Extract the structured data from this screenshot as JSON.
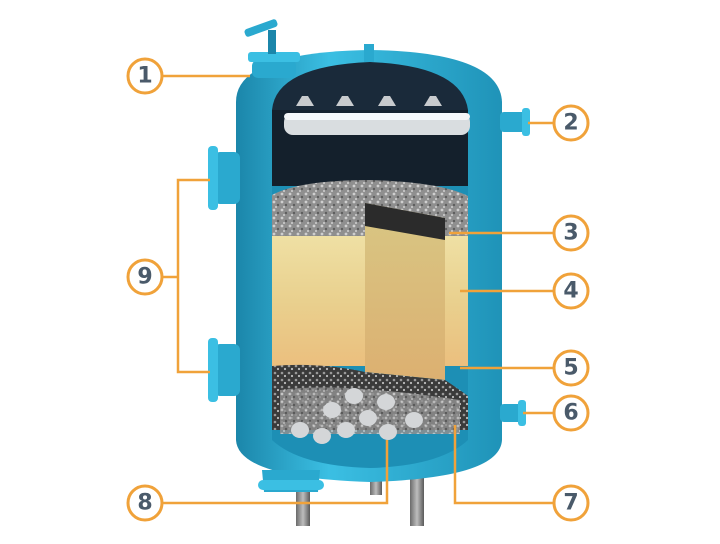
{
  "diagram": {
    "callouts": [
      {
        "id": "1",
        "label": "1"
      },
      {
        "id": "2",
        "label": "2"
      },
      {
        "id": "3",
        "label": "3"
      },
      {
        "id": "4",
        "label": "4"
      },
      {
        "id": "5",
        "label": "5"
      },
      {
        "id": "6",
        "label": "6"
      },
      {
        "id": "7",
        "label": "7"
      },
      {
        "id": "8",
        "label": "8"
      },
      {
        "id": "9",
        "label": "9"
      }
    ],
    "colors": {
      "tank": "#2aa9cf",
      "tank_dark": "#1b86aa",
      "accent": "#f0a23a",
      "label_text": "#4a5a6a",
      "gravel": "#9a9a9a",
      "sand_top": "#e6d491",
      "sand_bottom": "#e9c07a",
      "anthracite": "#2e2e2e"
    }
  }
}
